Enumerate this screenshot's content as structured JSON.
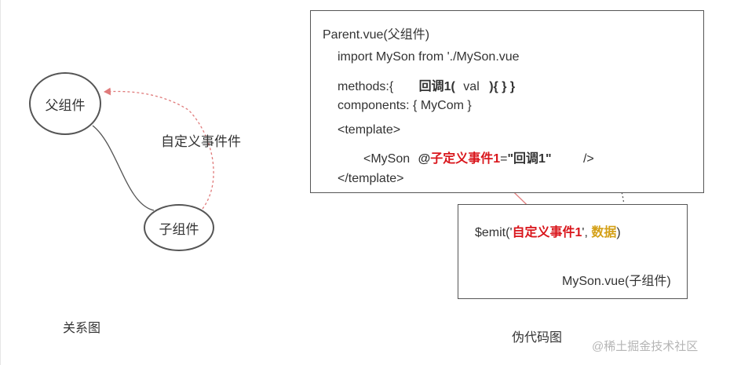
{
  "relation_diagram": {
    "parent_node": "父组件",
    "child_node": "子组件",
    "event_label": "自定义事件件",
    "caption": "关系图"
  },
  "parent_code": {
    "title": "Parent.vue(父组件)",
    "import_line": "import MySon from './MySon.vue",
    "methods_prefix": "methods:{",
    "methods_name": "回调1(",
    "methods_arg": "val",
    "methods_close": "){  } }",
    "components_line": "components: { MyCom }",
    "template_open": "<template>",
    "myson_prefix": "<MySon",
    "myson_at": "@",
    "myson_event": "子定义事件1",
    "myson_eq": "=",
    "myson_handler": "\"回调1\"",
    "myson_close": "/>",
    "template_close": "</template>"
  },
  "child_code": {
    "emit_prefix": "$emit('",
    "emit_event": "自定义事件1",
    "emit_mid": "', ",
    "emit_data": "数据",
    "emit_suffix": ")",
    "title": "MySon.vue(子组件)"
  },
  "pseudo_caption": "伪代码图",
  "watermark": "@稀土掘金技术社区",
  "colors": {
    "highlight_red": "#d9161c",
    "highlight_gold": "#d4a017",
    "arrow_pink": "#e07b7b",
    "arrow_dark": "#555555"
  }
}
